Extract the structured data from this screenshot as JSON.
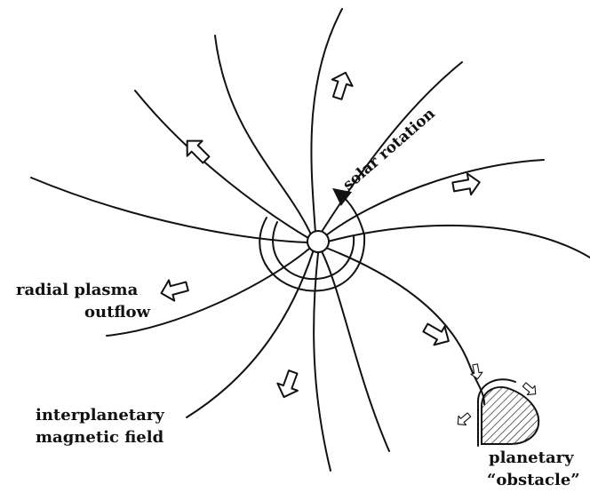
{
  "labels": {
    "solar_rotation": "solar rotation",
    "radial_plasma_line1": "radial plasma",
    "radial_plasma_line2": "outflow",
    "imf_line1": "interplanetary",
    "imf_line2": "magnetic field",
    "planetary_line1": "planetary",
    "planetary_line2": "“obstacle”"
  },
  "colors": {
    "ink": "#111111",
    "background": "#ffffff"
  }
}
